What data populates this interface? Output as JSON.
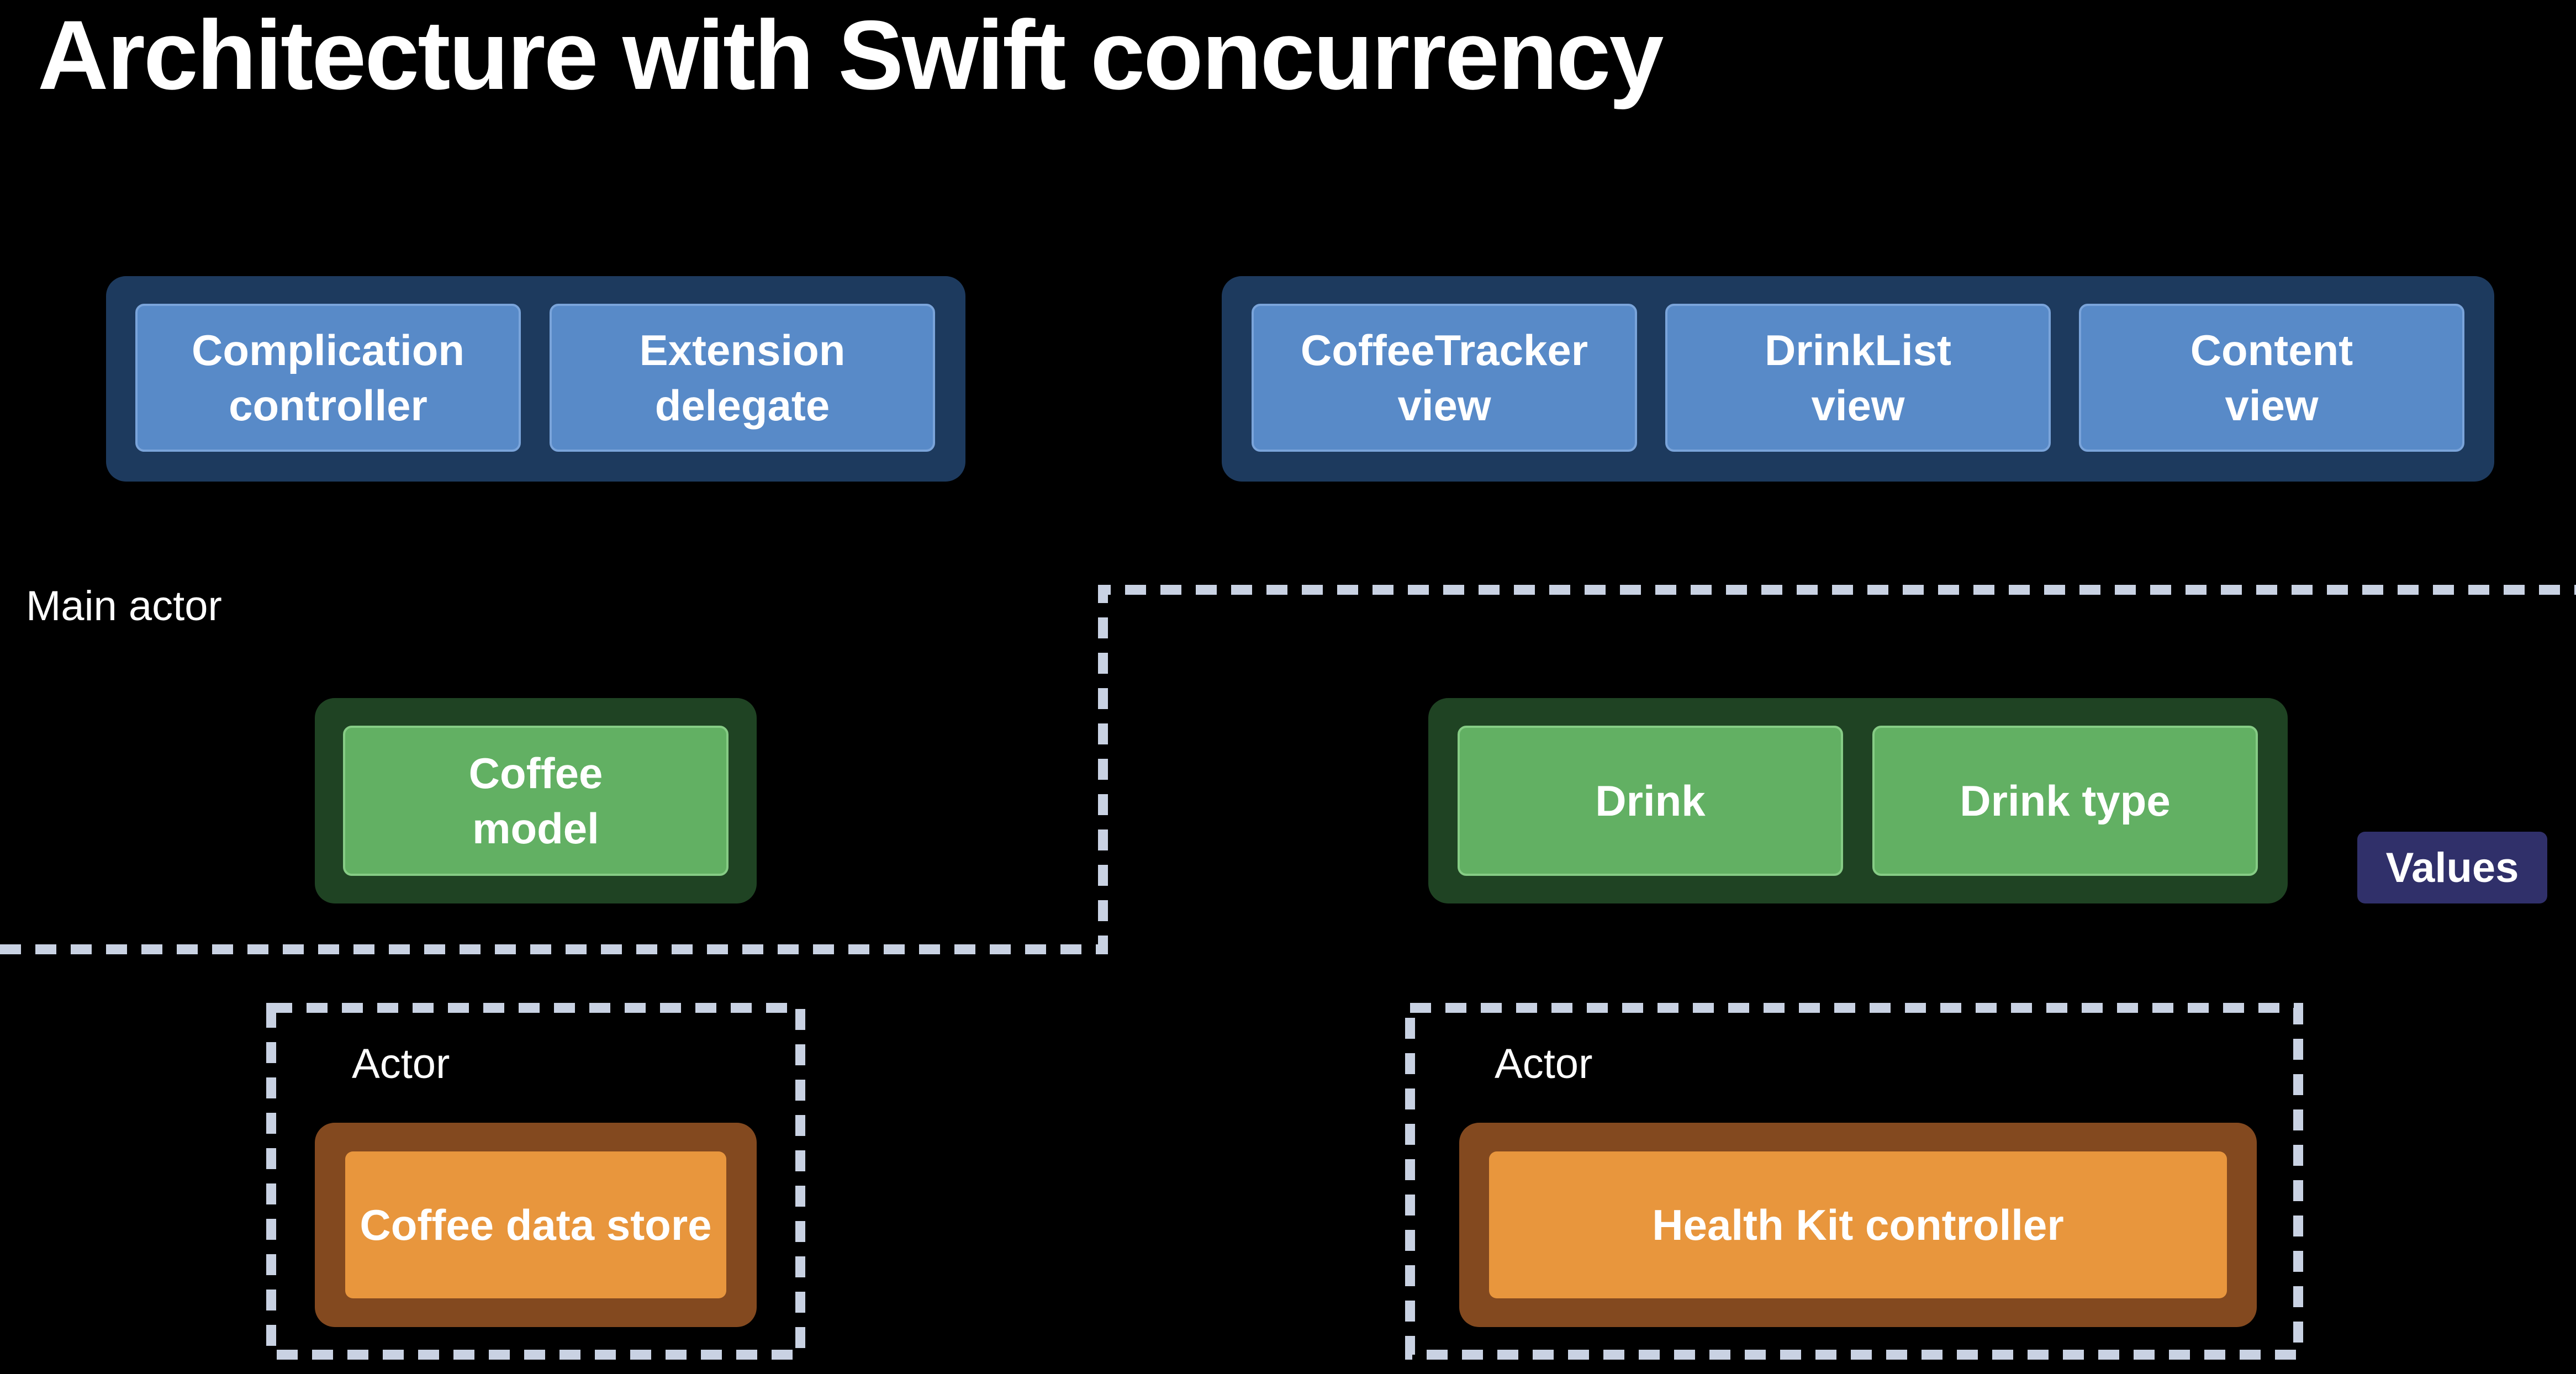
{
  "title": "Architecture with Swift concurrency",
  "top_left_group": {
    "items": [
      {
        "label": "Complication\ncontroller"
      },
      {
        "label": "Extension\ndelegate"
      }
    ]
  },
  "top_right_group": {
    "items": [
      {
        "label": "CoffeeTracker\nview"
      },
      {
        "label": "DrinkList\nview"
      },
      {
        "label": "Content\nview"
      }
    ]
  },
  "main_actor_region": {
    "label": "Main actor",
    "model": {
      "label": "Coffee\nmodel"
    }
  },
  "values_region": {
    "tag": "Values",
    "items": [
      {
        "label": "Drink"
      },
      {
        "label": "Drink type"
      }
    ]
  },
  "actor_left": {
    "label": "Actor",
    "item": {
      "label": "Coffee data store"
    }
  },
  "actor_right": {
    "label": "Actor",
    "item": {
      "label": "Health Kit controller"
    }
  },
  "colors": {
    "background": "#000000",
    "blue_box": "#588ac8",
    "blue_group": "#1d3a5e",
    "green_box": "#62b063",
    "green_group": "#1f4323",
    "orange_box": "#e8963d",
    "orange_group": "#83491f",
    "values_tag": "#30306a",
    "dash": "#c9d2e3"
  }
}
